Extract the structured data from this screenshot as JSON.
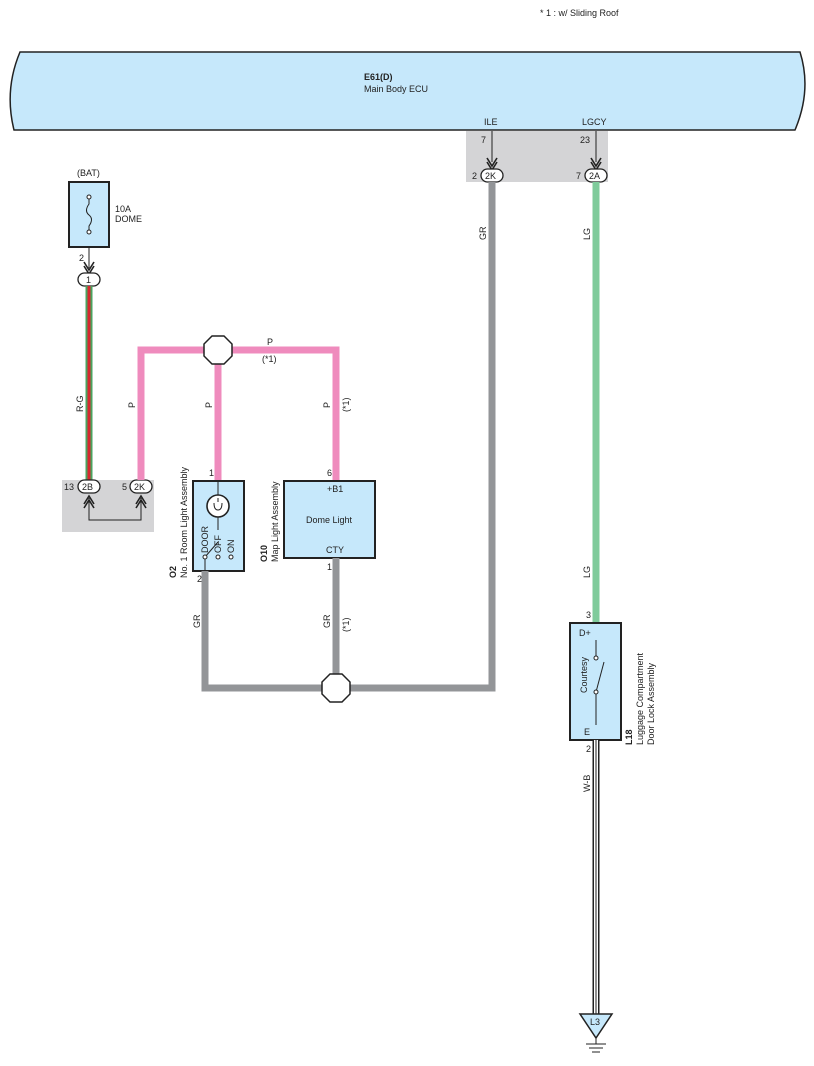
{
  "note": "* 1 : w/ Sliding Roof",
  "ecu": {
    "code": "E61(D)",
    "name": "Main Body ECU",
    "pin_ile_label": "ILE",
    "pin_ile_num": "7",
    "pin_lgcy_label": "LGCY",
    "pin_lgcy_num": "23"
  },
  "connectors": {
    "c2k_top_pin": "2",
    "c2k_top": "2K",
    "c2a_pin": "7",
    "c2a": "2A",
    "c1": "1",
    "c1_pin_above": "2",
    "c2b_pin": "13",
    "c2b": "2B",
    "c2k_left_pin": "5",
    "c2k_left": "2K",
    "ground": "L3"
  },
  "fuse": {
    "source": "(BAT)",
    "rating": "10A",
    "name": "DOME"
  },
  "wires": {
    "rg": "R-G",
    "p_left": "P",
    "p_mid": "P",
    "p_top": "P",
    "p_top_note": "(*1)",
    "p_right": "P",
    "p_right_note": "(*1)",
    "gr_ecu": "GR",
    "lg_top": "LG",
    "lg_bottom": "LG",
    "gr_o2": "GR",
    "gr_o10": "GR",
    "gr_o10_note": "(*1)",
    "wb": "W-B"
  },
  "o2": {
    "code": "O2",
    "name": "No. 1 Room Light Assembly",
    "pin_top": "1",
    "pin_bottom": "2",
    "sw_door": "DOOR",
    "sw_off": "OFF",
    "sw_on": "ON"
  },
  "o10": {
    "code": "O10",
    "name": "Map Light Assembly",
    "inner": "Dome Light",
    "term_top": "+B1",
    "term_bottom": "CTY",
    "pin_top": "6",
    "pin_bottom": "1"
  },
  "l18": {
    "code": "L18",
    "name1": "Luggage Compartment",
    "name2": "Door Lock Assembly",
    "inner": "Courtesy",
    "term_top": "D+",
    "term_bottom": "E",
    "pin_top": "3",
    "pin_bottom": "2"
  },
  "colors": {
    "pink": "#ef8bbd",
    "gray": "#939598",
    "green": "#7fcb9b",
    "red": "#d8292f",
    "component_fill": "#c6e8fb",
    "connector_bg": "#d4d4d6"
  }
}
